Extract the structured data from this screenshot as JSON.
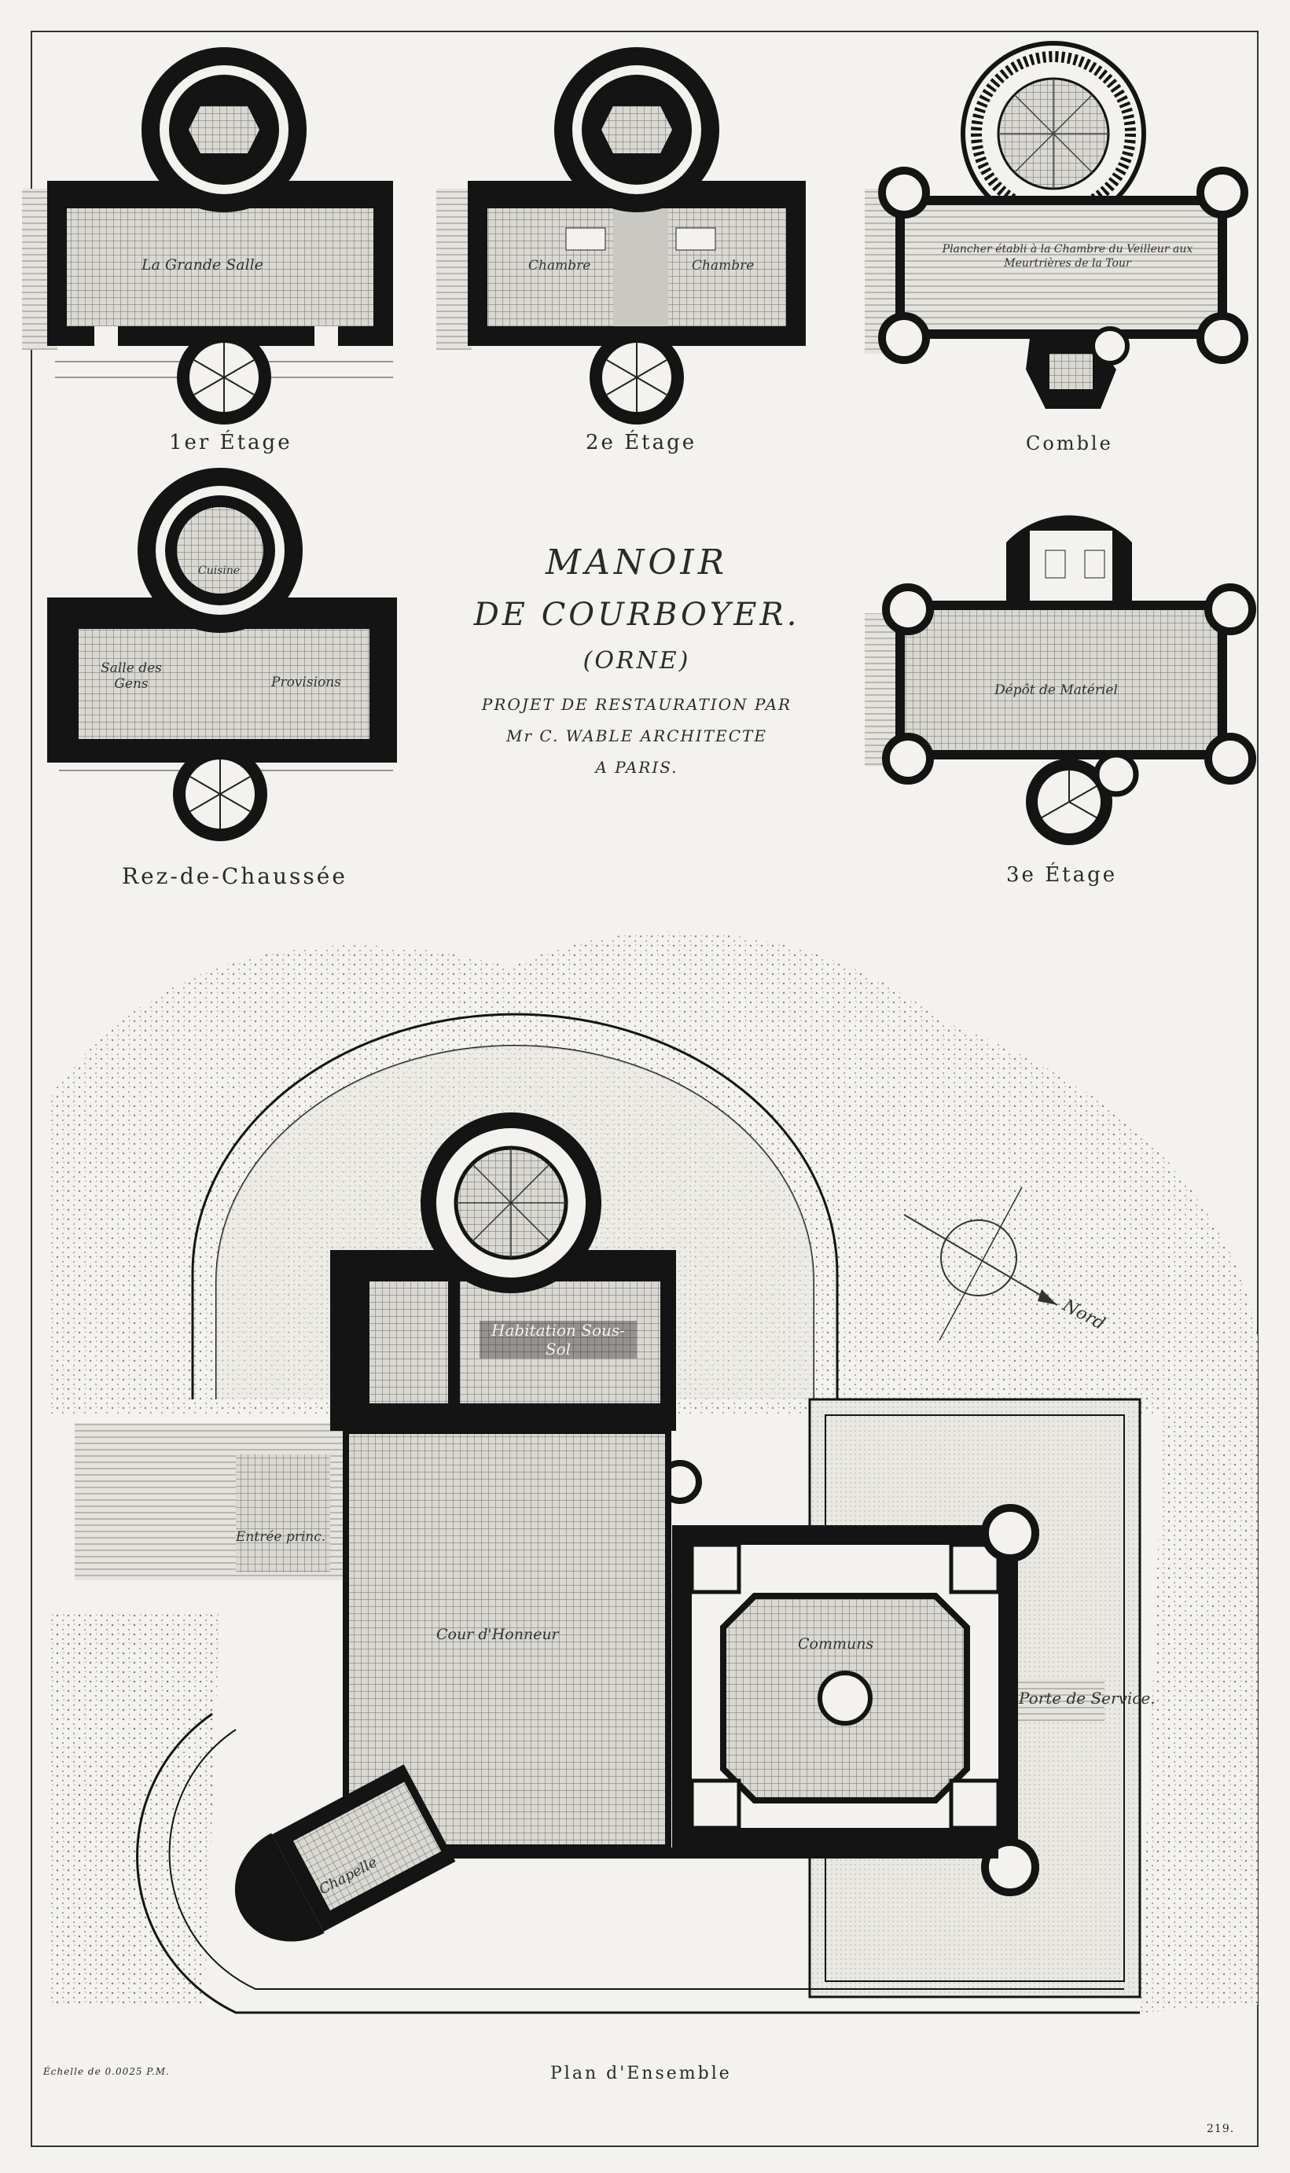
{
  "plan_labels": {
    "first_floor": "1er Étage",
    "second_floor": "2e Étage",
    "attic": "Comble",
    "ground_floor": "Rez-de-Chaussée",
    "third_floor": "3e Étage",
    "site_plan": "Plan d'Ensemble"
  },
  "title": {
    "line1": "MANOIR",
    "line2": "DE COURBOYER.",
    "line3": "(ORNE)",
    "line4": "PROJET DE RESTAURATION PAR",
    "line5": "Mr C. WABLE ARCHITECTE",
    "line6": "A PARIS."
  },
  "rooms": {
    "grande_salle": "La Grande Salle",
    "chambre_left": "Chambre",
    "chambre_right": "Chambre",
    "attic_note": "Plancher établi à la Chambre du Veilleur aux Meurtrières de la Tour",
    "salle_des_gens": "Salle des Gens",
    "provisions": "Provisions",
    "cuisine": "Cuisine",
    "depot": "Dépôt de Matériel",
    "habitation": "Habitation Sous-Sol",
    "cour": "Cour d'Honneur",
    "communs": "Communs",
    "chapelle": "Chapelle",
    "entree": "Entrée princ.",
    "porte_service": "Porte de Service.",
    "nord": "Nord"
  },
  "footer": {
    "scale": "Échelle de 0.0025 P.M.",
    "plate_number": "219."
  },
  "colors": {
    "paper": "#f3f2ee",
    "ink": "#141414",
    "hatch": "#9a9a94"
  }
}
